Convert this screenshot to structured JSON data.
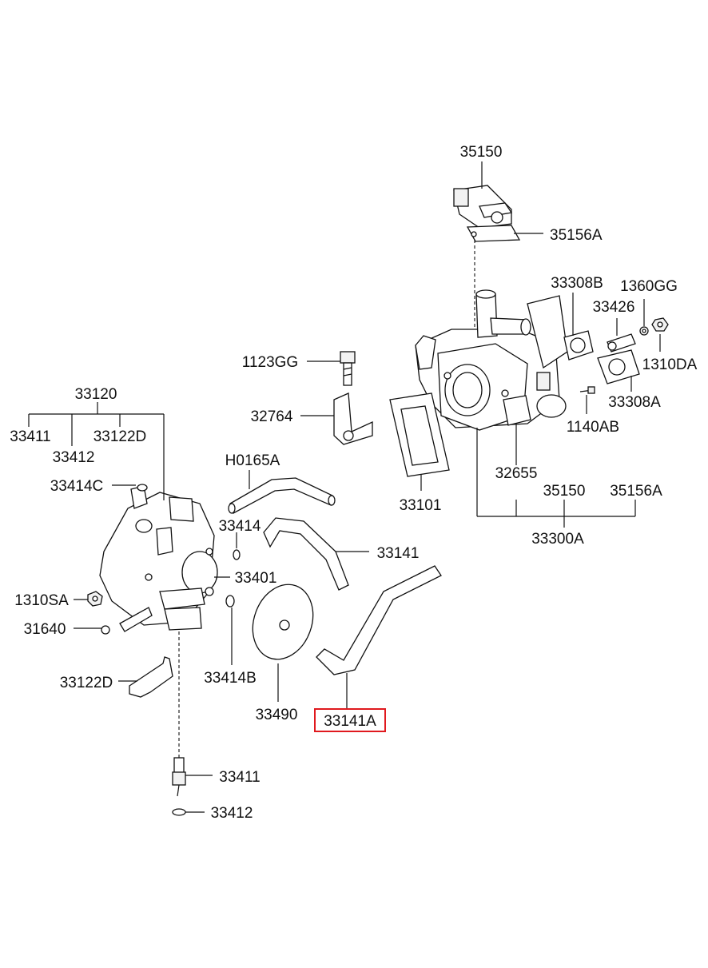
{
  "diagram": {
    "labels": {
      "p35150_top": "35150",
      "p35156A_top": "35156A",
      "p33308B": "33308B",
      "p1360GG": "1360GG",
      "p33426": "33426",
      "p1310DA": "1310DA",
      "p33308A": "33308A",
      "p1140AB": "1140AB",
      "p32655": "32655",
      "p35150_bottom": "35150",
      "p35156A_bottom": "35156A",
      "p33300A": "33300A",
      "p1123GG": "1123GG",
      "p32764": "32764",
      "p33101": "33101",
      "p33120": "33120",
      "p33411_top": "33411",
      "p33122D_top": "33122D",
      "p33412_top": "33412",
      "p33414C": "33414C",
      "pH0165A": "H0165A",
      "p33414": "33414",
      "p33141": "33141",
      "p33401": "33401",
      "p1310SA": "1310SA",
      "p31640": "31640",
      "p33414B": "33414B",
      "p33122D_bottom": "33122D",
      "p33490": "33490",
      "p33141A": "33141A",
      "p33411_bottom": "33411",
      "p33412_bottom": "33412"
    },
    "highlighted_part": "33141A",
    "highlight_color": "#e0191e"
  }
}
